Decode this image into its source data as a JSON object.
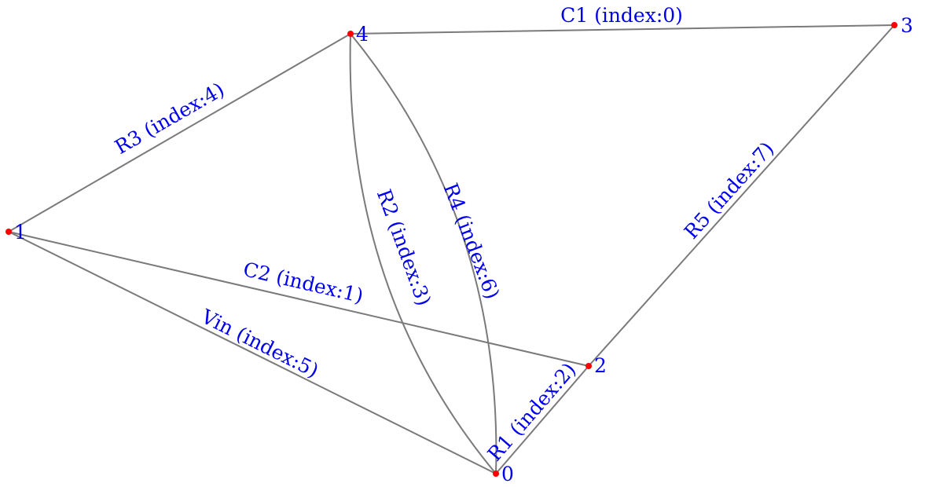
{
  "colors": {
    "edge": "#7a7a7a",
    "node": "#ff0000",
    "label": "#0000ee",
    "background": "#ffffff"
  },
  "nodes": [
    {
      "id": "0",
      "label": "0"
    },
    {
      "id": "1",
      "label": "1"
    },
    {
      "id": "2",
      "label": "2"
    },
    {
      "id": "3",
      "label": "3"
    },
    {
      "id": "4",
      "label": "4"
    }
  ],
  "edges": [
    {
      "name": "C1",
      "label": "C1 (index:0)",
      "from": "4",
      "to": "3"
    },
    {
      "name": "C2",
      "label": "C2 (index:1)",
      "from": "1",
      "to": "2"
    },
    {
      "name": "R1",
      "label": "R1 (index:2)",
      "from": "0",
      "to": "2"
    },
    {
      "name": "R2",
      "label": "R2 (index:3)",
      "from": "4",
      "to": "0"
    },
    {
      "name": "R3",
      "label": "R3 (index:4)",
      "from": "1",
      "to": "4"
    },
    {
      "name": "Vin",
      "label": "Vin (index:5)",
      "from": "1",
      "to": "0"
    },
    {
      "name": "R4",
      "label": "R4 (index:6)",
      "from": "4",
      "to": "0"
    },
    {
      "name": "R5",
      "label": "R5 (index:7)",
      "from": "2",
      "to": "3"
    }
  ]
}
